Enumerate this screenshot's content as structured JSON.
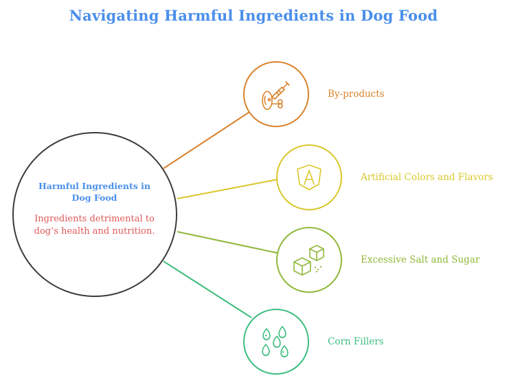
{
  "title": "Navigating Harmful Ingredients in Dog Food",
  "center": {
    "title": "Harmful Ingredients in Dog Food",
    "description": "Ingredients detrimental to dog’s health and nutrition."
  },
  "items": [
    {
      "label": "By-products",
      "color": "#d9822b",
      "icon": "meat-syringe-icon"
    },
    {
      "label": "Artificial Colors and Flavors",
      "color": "#d9c72b",
      "icon": "artificial-a-icon"
    },
    {
      "label": "Excessive Salt and Sugar",
      "color": "#8fb83a",
      "icon": "salt-sugar-cubes-icon"
    },
    {
      "label": "Corn Fillers",
      "color": "#3dbd7d",
      "icon": "corn-kernels-icon"
    }
  ]
}
